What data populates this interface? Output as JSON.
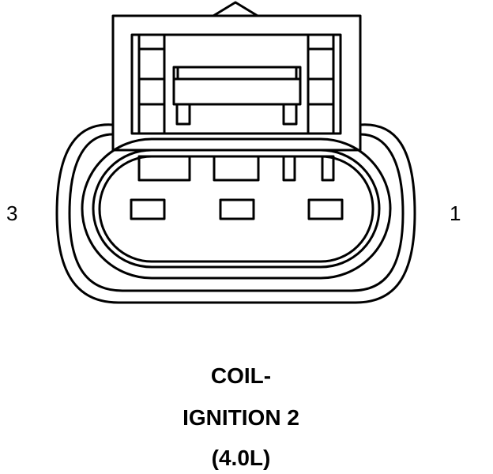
{
  "diagram": {
    "pin_left_label": "3",
    "pin_right_label": "1",
    "caption_lines": [
      "COIL-",
      "IGNITION 2",
      "(4.0L)"
    ],
    "line_color": "#000000",
    "background_color": "#ffffff"
  }
}
